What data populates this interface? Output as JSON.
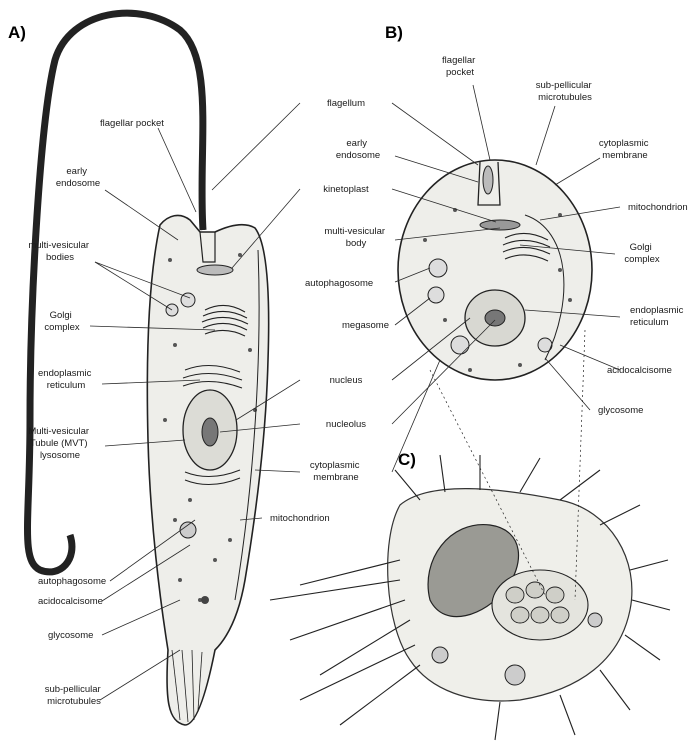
{
  "panels": {
    "a": "A)",
    "b": "B)",
    "c": "C)"
  },
  "labels_a": {
    "flagellar_pocket": "flagellar pocket",
    "early_endosome": [
      "early",
      "endosome"
    ],
    "multi_vesicular_bodies": [
      "multi-vesicular",
      "bodies"
    ],
    "golgi_complex": [
      "Golgi",
      "complex"
    ],
    "endoplasmic_reticulum": [
      "endoplasmic",
      "reticulum"
    ],
    "mvt_lysosome": [
      "Multi-vesicular",
      "Tubule (MVT)",
      "lysosome"
    ],
    "autophagosome": "autophagosome",
    "acidocalcisome": "acidocalcisome",
    "glycosome": "glycosome",
    "sub_pellicular_microtubules": [
      "sub-pellicular",
      "microtubules"
    ]
  },
  "labels_center": {
    "flagellum": "flagellum",
    "kinetoplast": "kinetoplast",
    "nucleus": "nucleus",
    "nucleolus": "nucleolus",
    "cytoplasmic_membrane": [
      "cytoplasmic",
      "membrane"
    ],
    "mitochondrion": "mitochondrion"
  },
  "labels_b": {
    "flagellar_pocket": [
      "flagellar",
      "pocket"
    ],
    "sub_pellicular_microtubules": [
      "sub-pellicular",
      "microtubules"
    ],
    "early_endosome": [
      "early",
      "endosome"
    ],
    "cytoplasmic_membrane": [
      "cytoplasmic",
      "membrane"
    ],
    "mitochondrion": "mitochondrion",
    "multi_vesicular_body": [
      "multi-vesicular",
      "body"
    ],
    "golgi_complex": [
      "Golgi",
      "complex"
    ],
    "autophagosome": "autophagosome",
    "endoplasmic_reticulum": [
      "endoplasmic",
      "reticulum"
    ],
    "megasome": "megasome",
    "acidocalcisome": "acidocalcisome",
    "glycosome": "glycosome"
  }
}
